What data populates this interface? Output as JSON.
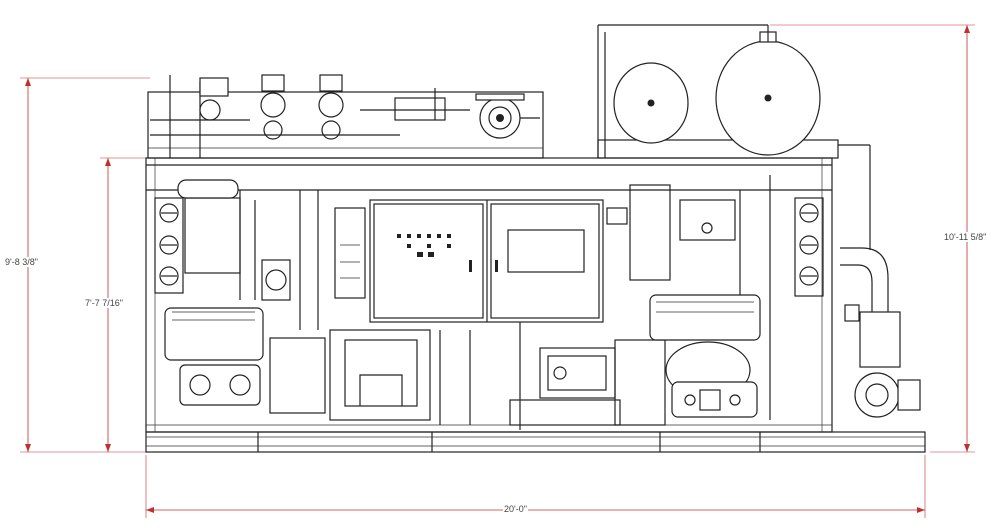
{
  "drawing": {
    "dimensions": {
      "overall_height": "9'-8 3/8\"",
      "frame_height": "7'-7 7/16\"",
      "tank_height": "10'-11 5/8\"",
      "length": "20'-0\""
    },
    "colors": {
      "line": "#222222",
      "dimension": "#c03030",
      "background": "#ffffff"
    }
  }
}
